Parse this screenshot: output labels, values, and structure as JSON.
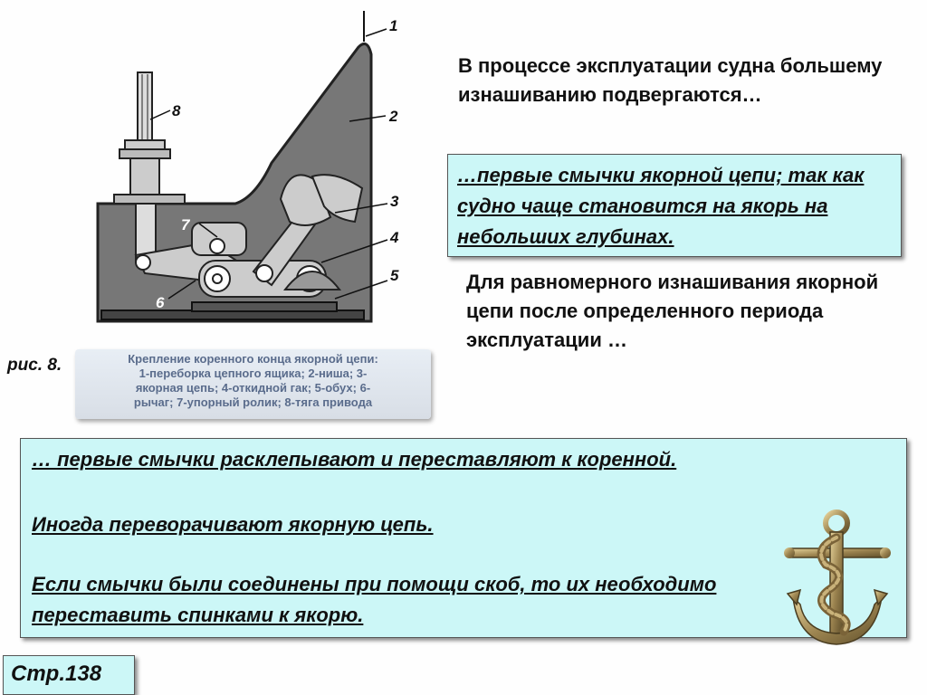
{
  "figure": {
    "callouts": [
      "1",
      "2",
      "3",
      "4",
      "5",
      "6",
      "7",
      "8"
    ],
    "label": "рис. 8.",
    "caption_lines": [
      "Крепление коренного конца якорной цепи:",
      "1-переборка цепного ящика; 2-ниша; 3-",
      "якорная цепь; 4-откидной гак; 5-обух; 6-",
      "рычаг; 7-упорный ролик; 8-тяга привода"
    ]
  },
  "intro": "В процессе эксплуатации судна большему изнашиванию подвергаются…",
  "answer_1": "…первые смычки якорной цепи; так как судно чаще становится на якорь на небольших глубинах.",
  "question_2": "Для равномерного изнашивания якорной цепи после определенного периода эксплуатации …",
  "answer_2": {
    "line1": "…  первые смычки расклепывают и переставляют к коренной.",
    "line2": " Иногда  переворачивают якорную цепь.",
    "line3": " Если смычки были соединены при помощи скоб, то их необходимо переставить спинками к  якорю."
  },
  "page_ref": "Стр.138",
  "colors": {
    "box_bg": "#ccf7f7",
    "diagram_fill": "#777777",
    "caption_text": "#5a6c8c"
  }
}
